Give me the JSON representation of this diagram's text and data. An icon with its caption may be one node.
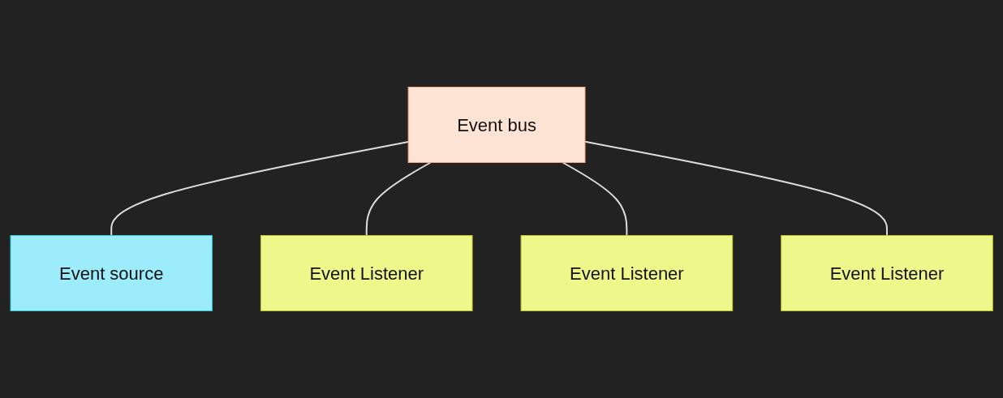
{
  "diagram": {
    "nodes": [
      {
        "text": [
          "Event bus"
        ]
      },
      {
        "text": [
          "Event source"
        ]
      },
      {
        "text": [
          "Event Listener"
        ]
      },
      {
        "text": [
          "Event Listener"
        ]
      },
      {
        "text": [
          "Event Listener"
        ]
      }
    ],
    "edges": [
      {
        "from": 0,
        "to": 1,
        "arrow": "none"
      },
      {
        "from": 0,
        "to": 2,
        "arrow": "none"
      },
      {
        "from": 0,
        "to": 3,
        "arrow": "none"
      },
      {
        "from": 0,
        "to": 4,
        "arrow": "none"
      }
    ]
  }
}
